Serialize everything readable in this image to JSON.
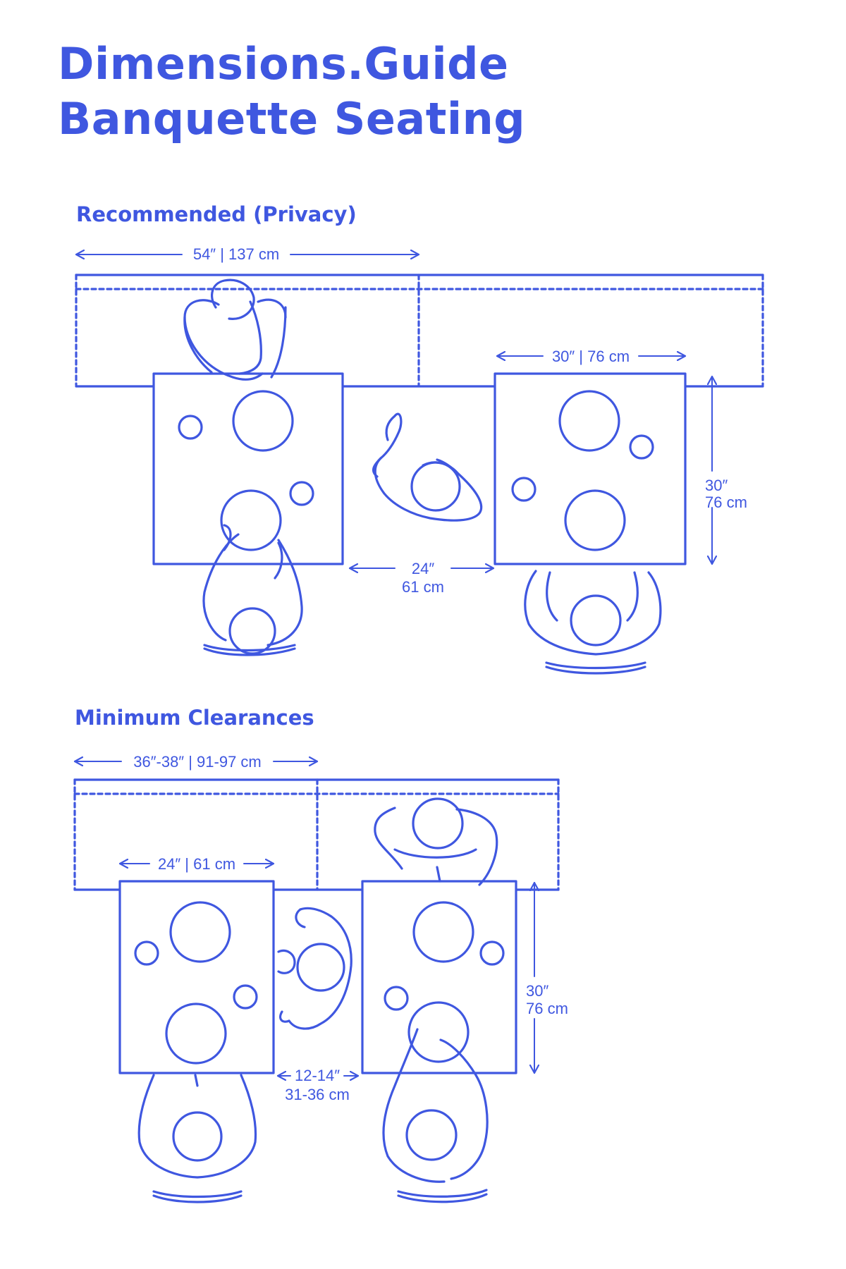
{
  "title": {
    "line1": "Dimensions.Guide",
    "line2": "Banquette Seating"
  },
  "colors": {
    "accent": "#3f57e0",
    "background": "#ffffff"
  },
  "recommended": {
    "heading": "Recommended (Privacy)",
    "dim_bench_width": "54″ | 137 cm",
    "dim_table_width": "30″ | 76 cm",
    "dim_table_depth_in": "30″",
    "dim_table_depth_cm": "76 cm",
    "dim_gap_in": "24″",
    "dim_gap_cm": "61 cm"
  },
  "minimum": {
    "heading": "Minimum Clearances",
    "dim_bench_width": "36″-38″ | 91-97 cm",
    "dim_table_width": "24″ | 61 cm",
    "dim_table_depth_in": "30″",
    "dim_table_depth_cm": "76 cm",
    "dim_gap_in": "12-14″",
    "dim_gap_cm": "31-36 cm"
  }
}
